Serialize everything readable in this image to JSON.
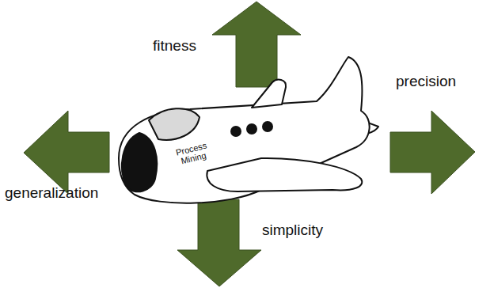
{
  "diagram": {
    "nodes": [
      {
        "text": [
          "Process Mining"
        ]
      }
    ],
    "labels": [
      "fitness",
      "precision",
      "generalization",
      "simplicity"
    ]
  }
}
